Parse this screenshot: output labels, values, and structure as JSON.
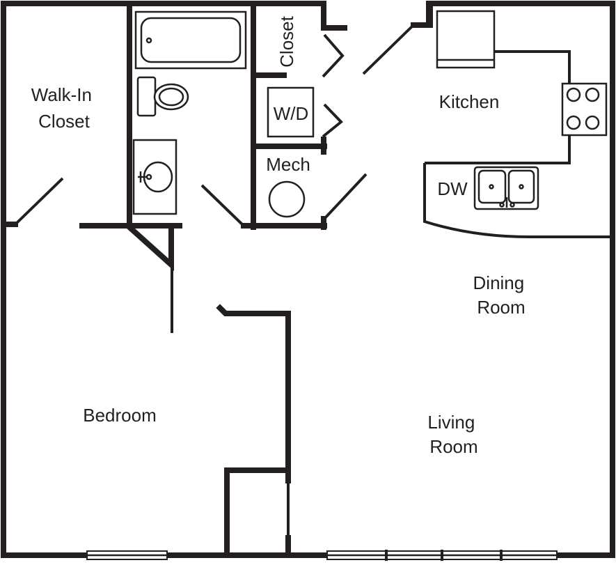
{
  "rooms": {
    "walk_in_closet": [
      "Walk-In",
      "Closet"
    ],
    "closet": "Closet",
    "washer_dryer": "W/D",
    "kitchen": "Kitchen",
    "mech": "Mech",
    "dishwasher": "DW",
    "dining_room": [
      "Dining",
      "Room"
    ],
    "bedroom": "Bedroom",
    "living_room": [
      "Living",
      "Room"
    ]
  },
  "colors": {
    "wall": "#231f20",
    "background": "#ffffff"
  }
}
